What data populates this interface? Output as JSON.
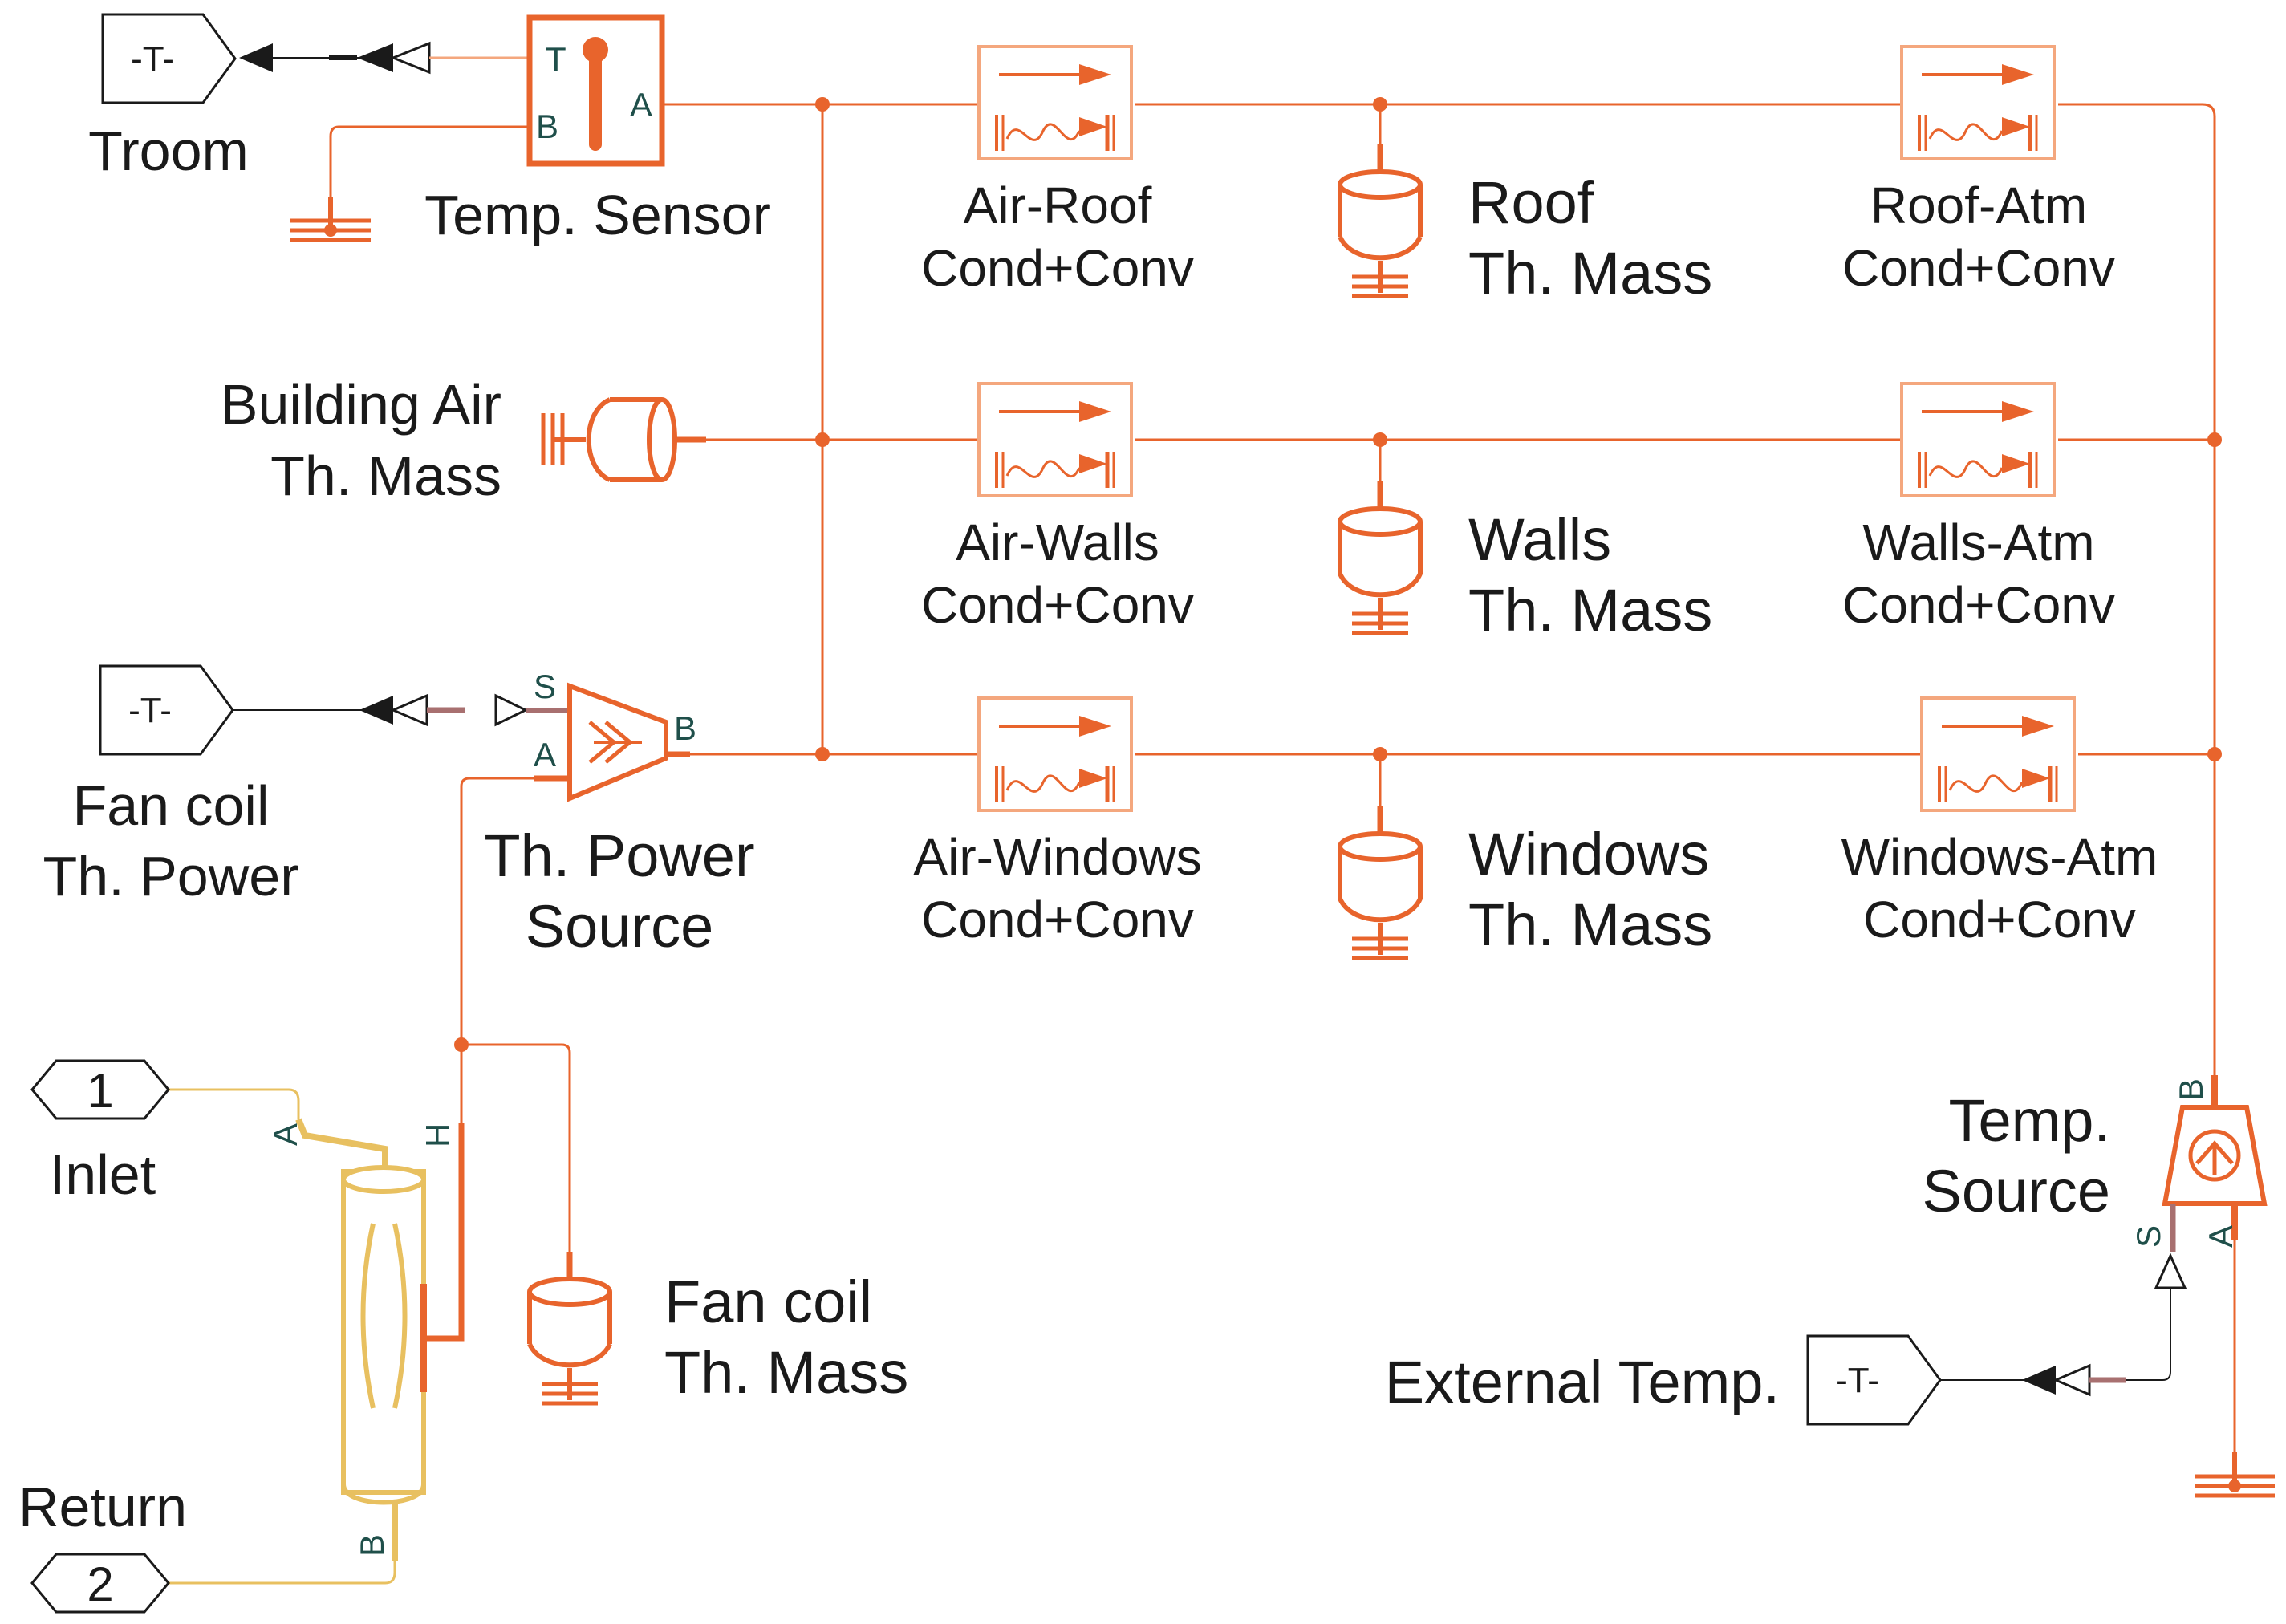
{
  "colors": {
    "thermal": "#e8642c",
    "thermal_light": "#f4a77e",
    "fluid": "#e8c060",
    "signal": "#1a1a1a",
    "port_label": "#1f4f4a",
    "physical_signal": "#a87070"
  },
  "goto_tags": {
    "troom": "-T-",
    "fan_power": "-T-",
    "external": "-T-"
  },
  "ports": {
    "inlet_number": "1",
    "return_number": "2"
  },
  "blocks": {
    "troom": "Troom",
    "temp_sensor": "Temp. Sensor",
    "building_air_1": "Building Air",
    "building_air_2": "Th. Mass",
    "air_roof_1": "Air-Roof",
    "air_roof_2": "Cond+Conv",
    "roof_mass_1": "Roof",
    "roof_mass_2": "Th. Mass",
    "roof_atm_1": "Roof-Atm",
    "roof_atm_2": "Cond+Conv",
    "air_walls_1": "Air-Walls",
    "air_walls_2": "Cond+Conv",
    "walls_mass_1": "Walls",
    "walls_mass_2": "Th. Mass",
    "walls_atm_1": "Walls-Atm",
    "walls_atm_2": "Cond+Conv",
    "fan_power_1": "Fan coil",
    "fan_power_2": "Th. Power",
    "power_source_1": "Th. Power",
    "power_source_2": "Source",
    "air_windows_1": "Air-Windows",
    "air_windows_2": "Cond+Conv",
    "windows_mass_1": "Windows",
    "windows_mass_2": "Th. Mass",
    "windows_atm_1": "Windows-Atm",
    "windows_atm_2": "Cond+Conv",
    "inlet": "Inlet",
    "return": "Return",
    "fan_mass_1": "Fan coil",
    "fan_mass_2": "Th. Mass",
    "temp_source_1": "Temp.",
    "temp_source_2": "Source",
    "external_temp": "External Temp."
  },
  "port_labels": {
    "sensor_t": "T",
    "sensor_b": "B",
    "sensor_a": "A",
    "power_s": "S",
    "power_a": "A",
    "power_b": "B",
    "pipe_a": "A",
    "pipe_h": "H",
    "pipe_b": "B",
    "tsource_b": "B",
    "tsource_s": "S",
    "tsource_a": "A"
  },
  "icons": {
    "goto": "goto-tag-icon",
    "converter": "ps-converter-icon",
    "sensor": "temperature-sensor-icon",
    "mass": "thermal-mass-icon",
    "conv": "conduction-convection-icon",
    "power": "heat-flow-source-icon",
    "tsource": "temperature-source-icon",
    "reference": "thermal-reference-icon",
    "pipe": "heat-exchanger-pipe-icon",
    "port": "port-connector-icon"
  }
}
